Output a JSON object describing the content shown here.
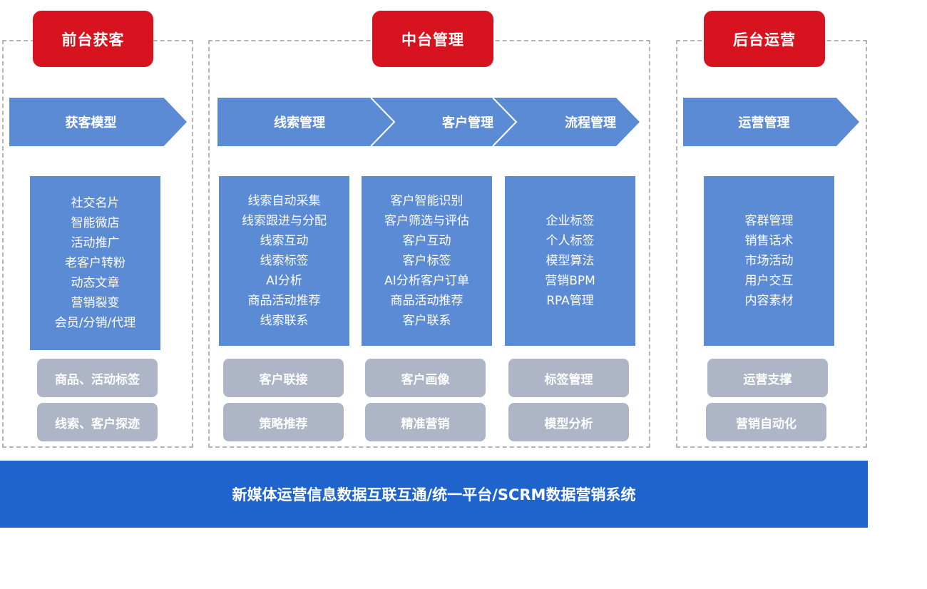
{
  "headers": {
    "front": "前台获客",
    "middle": "中台管理",
    "back": "后台运营"
  },
  "arrows": {
    "front": "获客模型",
    "middle_1": "线索管理",
    "middle_2": "客户管理",
    "middle_3": "流程管理",
    "back": "运营管理"
  },
  "lists": {
    "front": [
      "社交名片",
      "智能微店",
      "活动推广",
      "老客户转粉",
      "动态文章",
      "营销裂变",
      "会员/分销/代理"
    ],
    "middle_1": [
      "线索自动采集",
      "线索跟进与分配",
      "线索互动",
      "线索标签",
      "AI分析",
      "商品活动推荐",
      "线索联系"
    ],
    "middle_2": [
      "客户智能识别",
      "客户筛选与评估",
      "客户互动",
      "客户标签",
      "AI分析客户订单",
      "商品活动推荐",
      "客户联系"
    ],
    "middle_3": [
      "企业标签",
      "个人标签",
      "模型算法",
      "营销BPM",
      "RPA管理"
    ],
    "back": [
      "客群管理",
      "销售话术",
      "市场活动",
      "用户交互",
      "内容素材"
    ]
  },
  "buttons": {
    "front_1": "商品、活动标签",
    "front_2": "线索、客户探迹",
    "middle_1a": "客户联接",
    "middle_1b": "策略推荐",
    "middle_2a": "客户画像",
    "middle_2b": "精准营销",
    "middle_3a": "标签管理",
    "middle_3b": "模型分析",
    "back_1": "运营支撑",
    "back_2": "营销自动化"
  },
  "bottom_bar": "新媒体运营信息数据互联互通/统一平台/SCRM数据营销系统",
  "colors": {
    "header_red": "#d7131f",
    "arrow_blue": "#5b8bd4",
    "button_gray": "#adb5c6",
    "bar_blue": "#1f64cc"
  }
}
